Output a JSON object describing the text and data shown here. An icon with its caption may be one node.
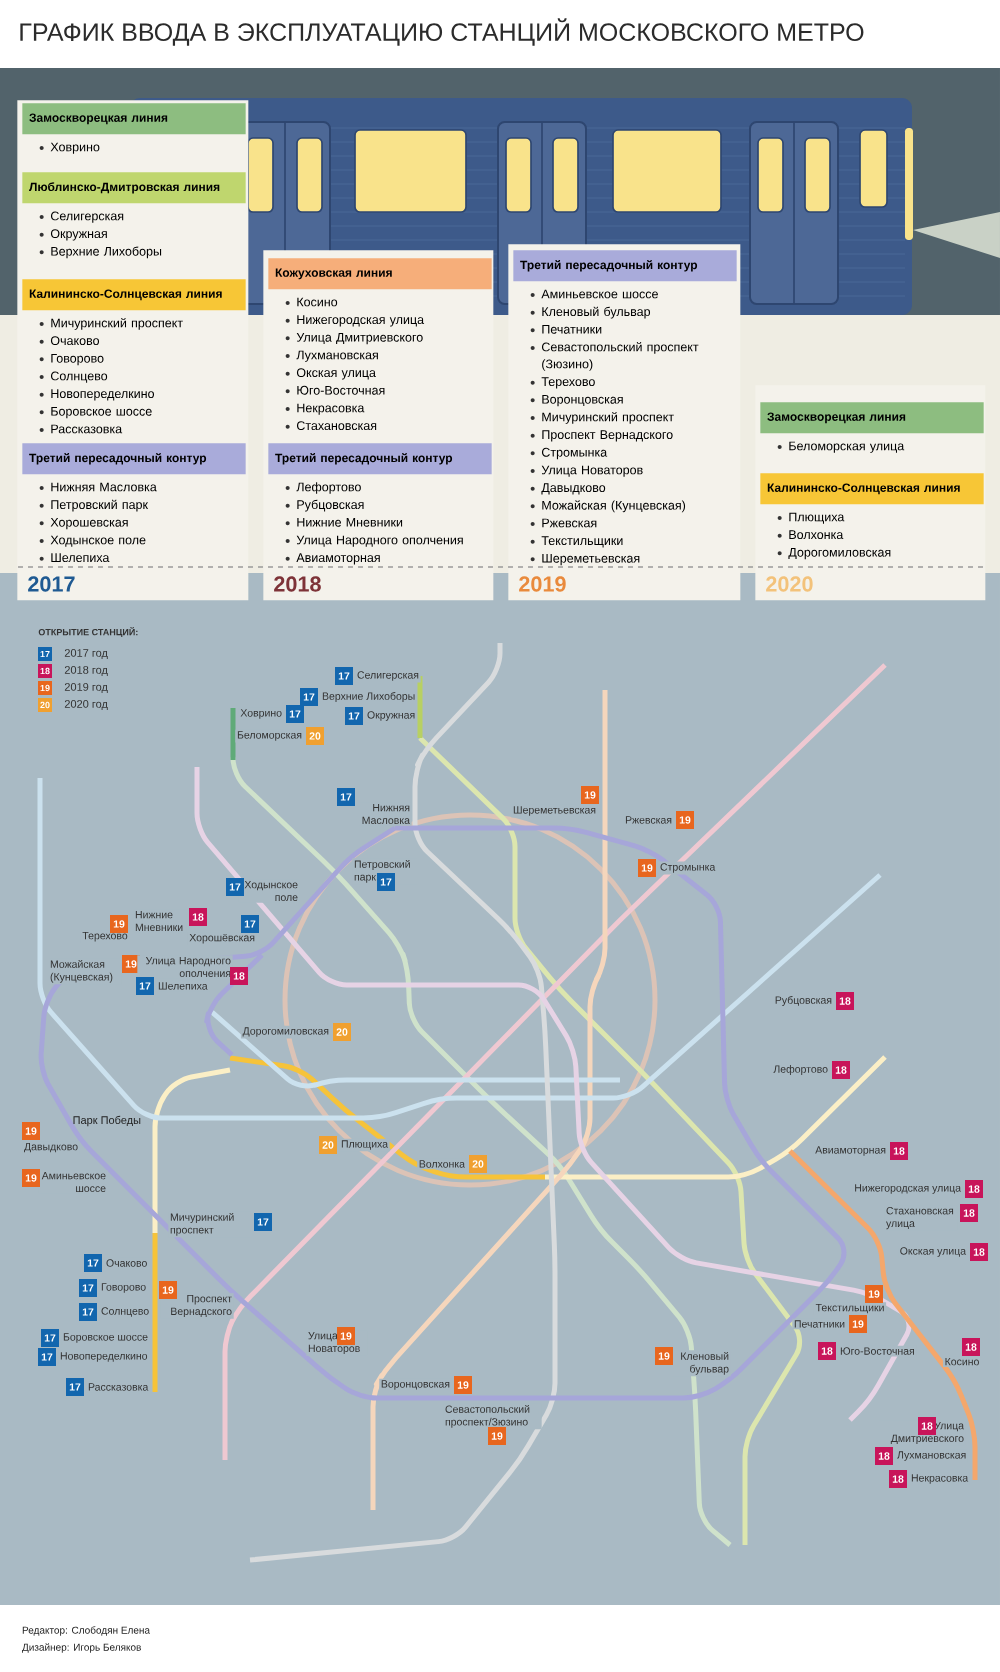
{
  "diagram": {
    "title": "ГРАФИК ВВОДА В ЭКСПЛУАТАЦИЮ СТАНЦИЙ МОСКОВСКОГО МЕТРО",
    "nodes": [
      {
        "text": [
          "2017"
        ]
      },
      {
        "text": [
          "Замоскворецкая линия",
          "Ховрино"
        ],
        "in": 0
      },
      {
        "text": [
          "Люблинско-Дмитровская линия",
          "Селигерская",
          "Окружная",
          "Верхние Лихоборы"
        ],
        "in": 0
      },
      {
        "text": [
          "Калининско-Солнцевская линия",
          "Мичуринский проспект",
          "Очаково",
          "Говорово",
          "Солнцево",
          "Новопеределкино",
          "Боровское шоссе",
          "Рассказовка"
        ],
        "in": 0
      },
      {
        "text": [
          "Третий пересадочный контур",
          "Нижняя Масловка",
          "Петровский парк",
          "Хорошевская",
          "Ходынское поле",
          "Шелепиха"
        ],
        "in": 0
      },
      {
        "text": [
          "2018"
        ]
      },
      {
        "text": [
          "Кожуховская линия",
          "Косино",
          "Нижегородская улица",
          "Улица Дмитриевского",
          "Лухмановская",
          "Окская улица",
          "Юго-Восточная",
          "Некрасовка",
          "Стахановская"
        ],
        "in": 5
      },
      {
        "text": [
          "Третий пересадочный контур",
          "Лефортово",
          "Рубцовская",
          "Нижние Мневники",
          "Улица Народного ополчения",
          "Авиамоторная"
        ],
        "in": 5
      },
      {
        "text": [
          "2019"
        ]
      },
      {
        "text": [
          "Третий пересадочный контур",
          "Аминьевское шоссе",
          "Кленовый бульвар",
          "Печатники",
          "Севастопольский проспект (Зюзино)",
          "Терехово",
          "Воронцовская",
          "Мичуринский проспект",
          "Проспект Вернадского",
          "Стромынка",
          "Улица Новаторов",
          "Давыдково",
          "Можайская (Кунцевская)",
          "Ржевская",
          "Текстильщики",
          "Шереметьевская"
        ],
        "in": 8
      },
      {
        "text": [
          "2020"
        ]
      },
      {
        "text": [
          "Замоскворецкая линия",
          "Беломорская улица"
        ],
        "in": 10
      },
      {
        "text": [
          "Калининско-Солнцевская линия",
          "Плющиха",
          "Волхонка",
          "Дорогомиловская"
        ],
        "in": 10
      },
      {
        "text": [
          "17",
          "Селигерская"
        ]
      },
      {
        "text": [
          "17",
          "Верхние Лихоборы"
        ]
      },
      {
        "text": [
          "Ховрино",
          "17"
        ]
      },
      {
        "text": [
          "17",
          "Окружная"
        ]
      },
      {
        "text": [
          "Беломорская",
          "20"
        ]
      },
      {
        "text": [
          "17",
          "Нижняя Масловка"
        ]
      },
      {
        "text": [
          "19",
          "Шереметьевская"
        ]
      },
      {
        "text": [
          "Ржевская",
          "19"
        ]
      },
      {
        "text": [
          "Петровский парк",
          "17"
        ]
      },
      {
        "text": [
          "19",
          "Стромынка"
        ]
      },
      {
        "text": [
          "17",
          "Ходынское поле"
        ]
      },
      {
        "text": [
          "Нижние Мневники",
          "18"
        ]
      },
      {
        "text": [
          "19",
          "Терехово"
        ]
      },
      {
        "text": [
          "17",
          "Хорошёвская"
        ]
      },
      {
        "text": [
          "Можайская (Кунцевская)",
          "19"
        ]
      },
      {
        "text": [
          "Улица Народного ополчения",
          "18"
        ]
      },
      {
        "text": [
          "17",
          "Шелепиха"
        ]
      },
      {
        "text": [
          "Рубцовская",
          "18"
        ]
      },
      {
        "text": [
          "Дорогомиловская",
          "20"
        ]
      },
      {
        "text": [
          "Лефортово",
          "18"
        ]
      },
      {
        "text": [
          "19",
          "Давыдково"
        ]
      },
      {
        "text": [
          "20",
          "Плющиха"
        ]
      },
      {
        "text": [
          "Авиамоторная",
          "18"
        ]
      },
      {
        "text": [
          "Волхонка",
          "20"
        ]
      },
      {
        "text": [
          "19",
          "Аминьевское шоссе"
        ]
      },
      {
        "text": [
          "Нижегородская улица",
          "18"
        ]
      },
      {
        "text": [
          "Стахановская улица",
          "18"
        ]
      },
      {
        "text": [
          "Мичуринский проспект",
          "17"
        ]
      },
      {
        "text": [
          "Окская улица",
          "18"
        ]
      },
      {
        "text": [
          "17",
          "Очаково"
        ]
      },
      {
        "text": [
          "17",
          "Говорово"
        ]
      },
      {
        "text": [
          "17",
          "Солнцево"
        ]
      },
      {
        "text": [
          "17",
          "Боровское шоссе"
        ]
      },
      {
        "text": [
          "17",
          "Новопеределкино"
        ]
      },
      {
        "text": [
          "17",
          "Рассказовка"
        ]
      },
      {
        "text": [
          "19",
          "Текстильщики"
        ]
      },
      {
        "text": [
          "19",
          "Проспект Вернадского"
        ]
      },
      {
        "text": [
          "Печатники",
          "19"
        ]
      },
      {
        "text": [
          "Улица Новаторов",
          "19"
        ]
      },
      {
        "text": [
          "18",
          "Юго-Восточная"
        ]
      },
      {
        "text": [
          "18",
          "Косино"
        ]
      },
      {
        "text": [
          "19",
          "Кленовый бульвар"
        ]
      },
      {
        "text": [
          "Воронцовская",
          "19"
        ]
      },
      {
        "text": [
          "Севастопольский проспект/Зюзино",
          "19"
        ]
      },
      {
        "text": [
          "18",
          "Улица Дмитриевского"
        ]
      },
      {
        "text": [
          "18",
          "Лухмановская"
        ]
      },
      {
        "text": [
          "18",
          "Некрасовка"
        ]
      }
    ],
    "labels": [
      "ОТКРЫТИЕ СТАНЦИЙ:",
      "17",
      "18",
      "19",
      "20",
      "Парк Победы",
      "Редактор: Слободян Елена",
      "Дизайнер: Игорь Беляков"
    ],
    "legend": [
      {
        "text": "2017 год",
        "color": "#1266ae"
      },
      {
        "text": "2018 год",
        "color": "#c8145a"
      },
      {
        "text": "2019 год",
        "color": "#e8661e"
      },
      {
        "text": "2020 год",
        "color": "#f0a030"
      }
    ]
  }
}
